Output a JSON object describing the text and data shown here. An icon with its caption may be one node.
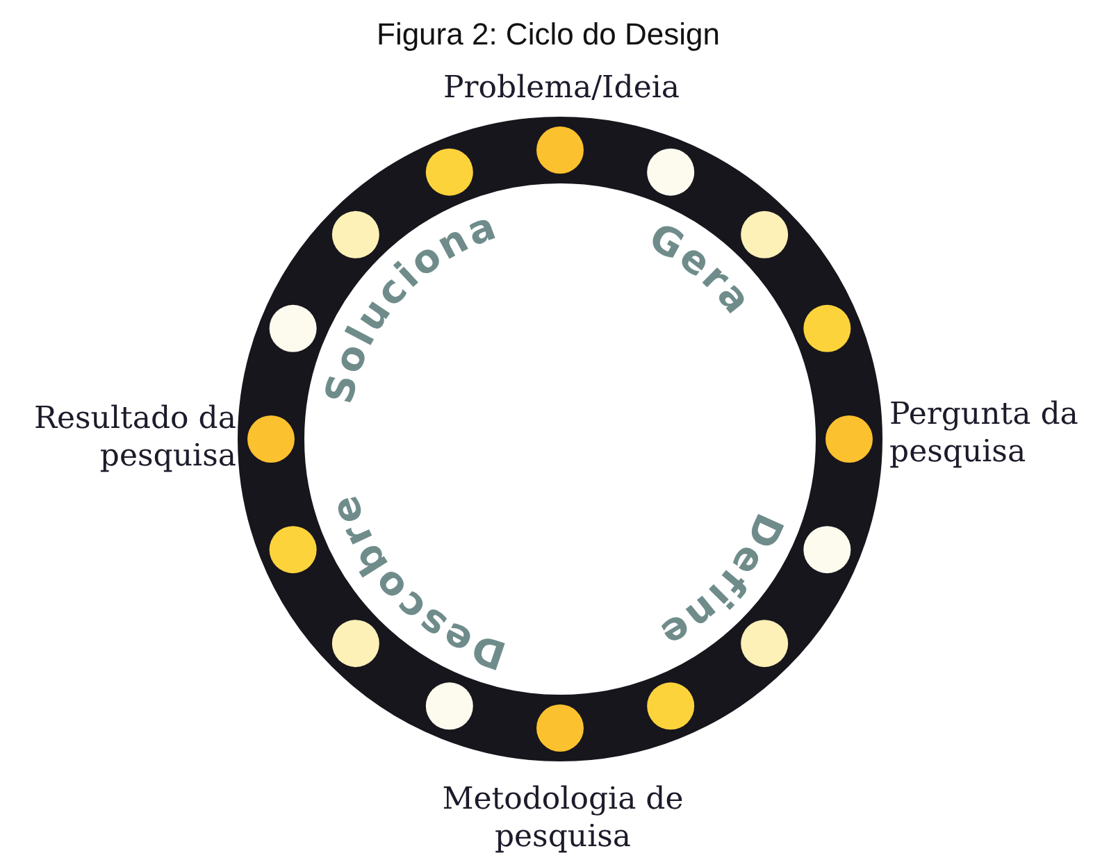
{
  "diagram": {
    "title": "Figura 2: Ciclo do Design",
    "labels": [
      "Problema/Ideia",
      "Soluciona",
      "Gera",
      "Resultado da pesquisa",
      "Pergunta da pesquisa",
      "Define",
      "Descobre",
      "Metodologia de pesquisa"
    ]
  }
}
